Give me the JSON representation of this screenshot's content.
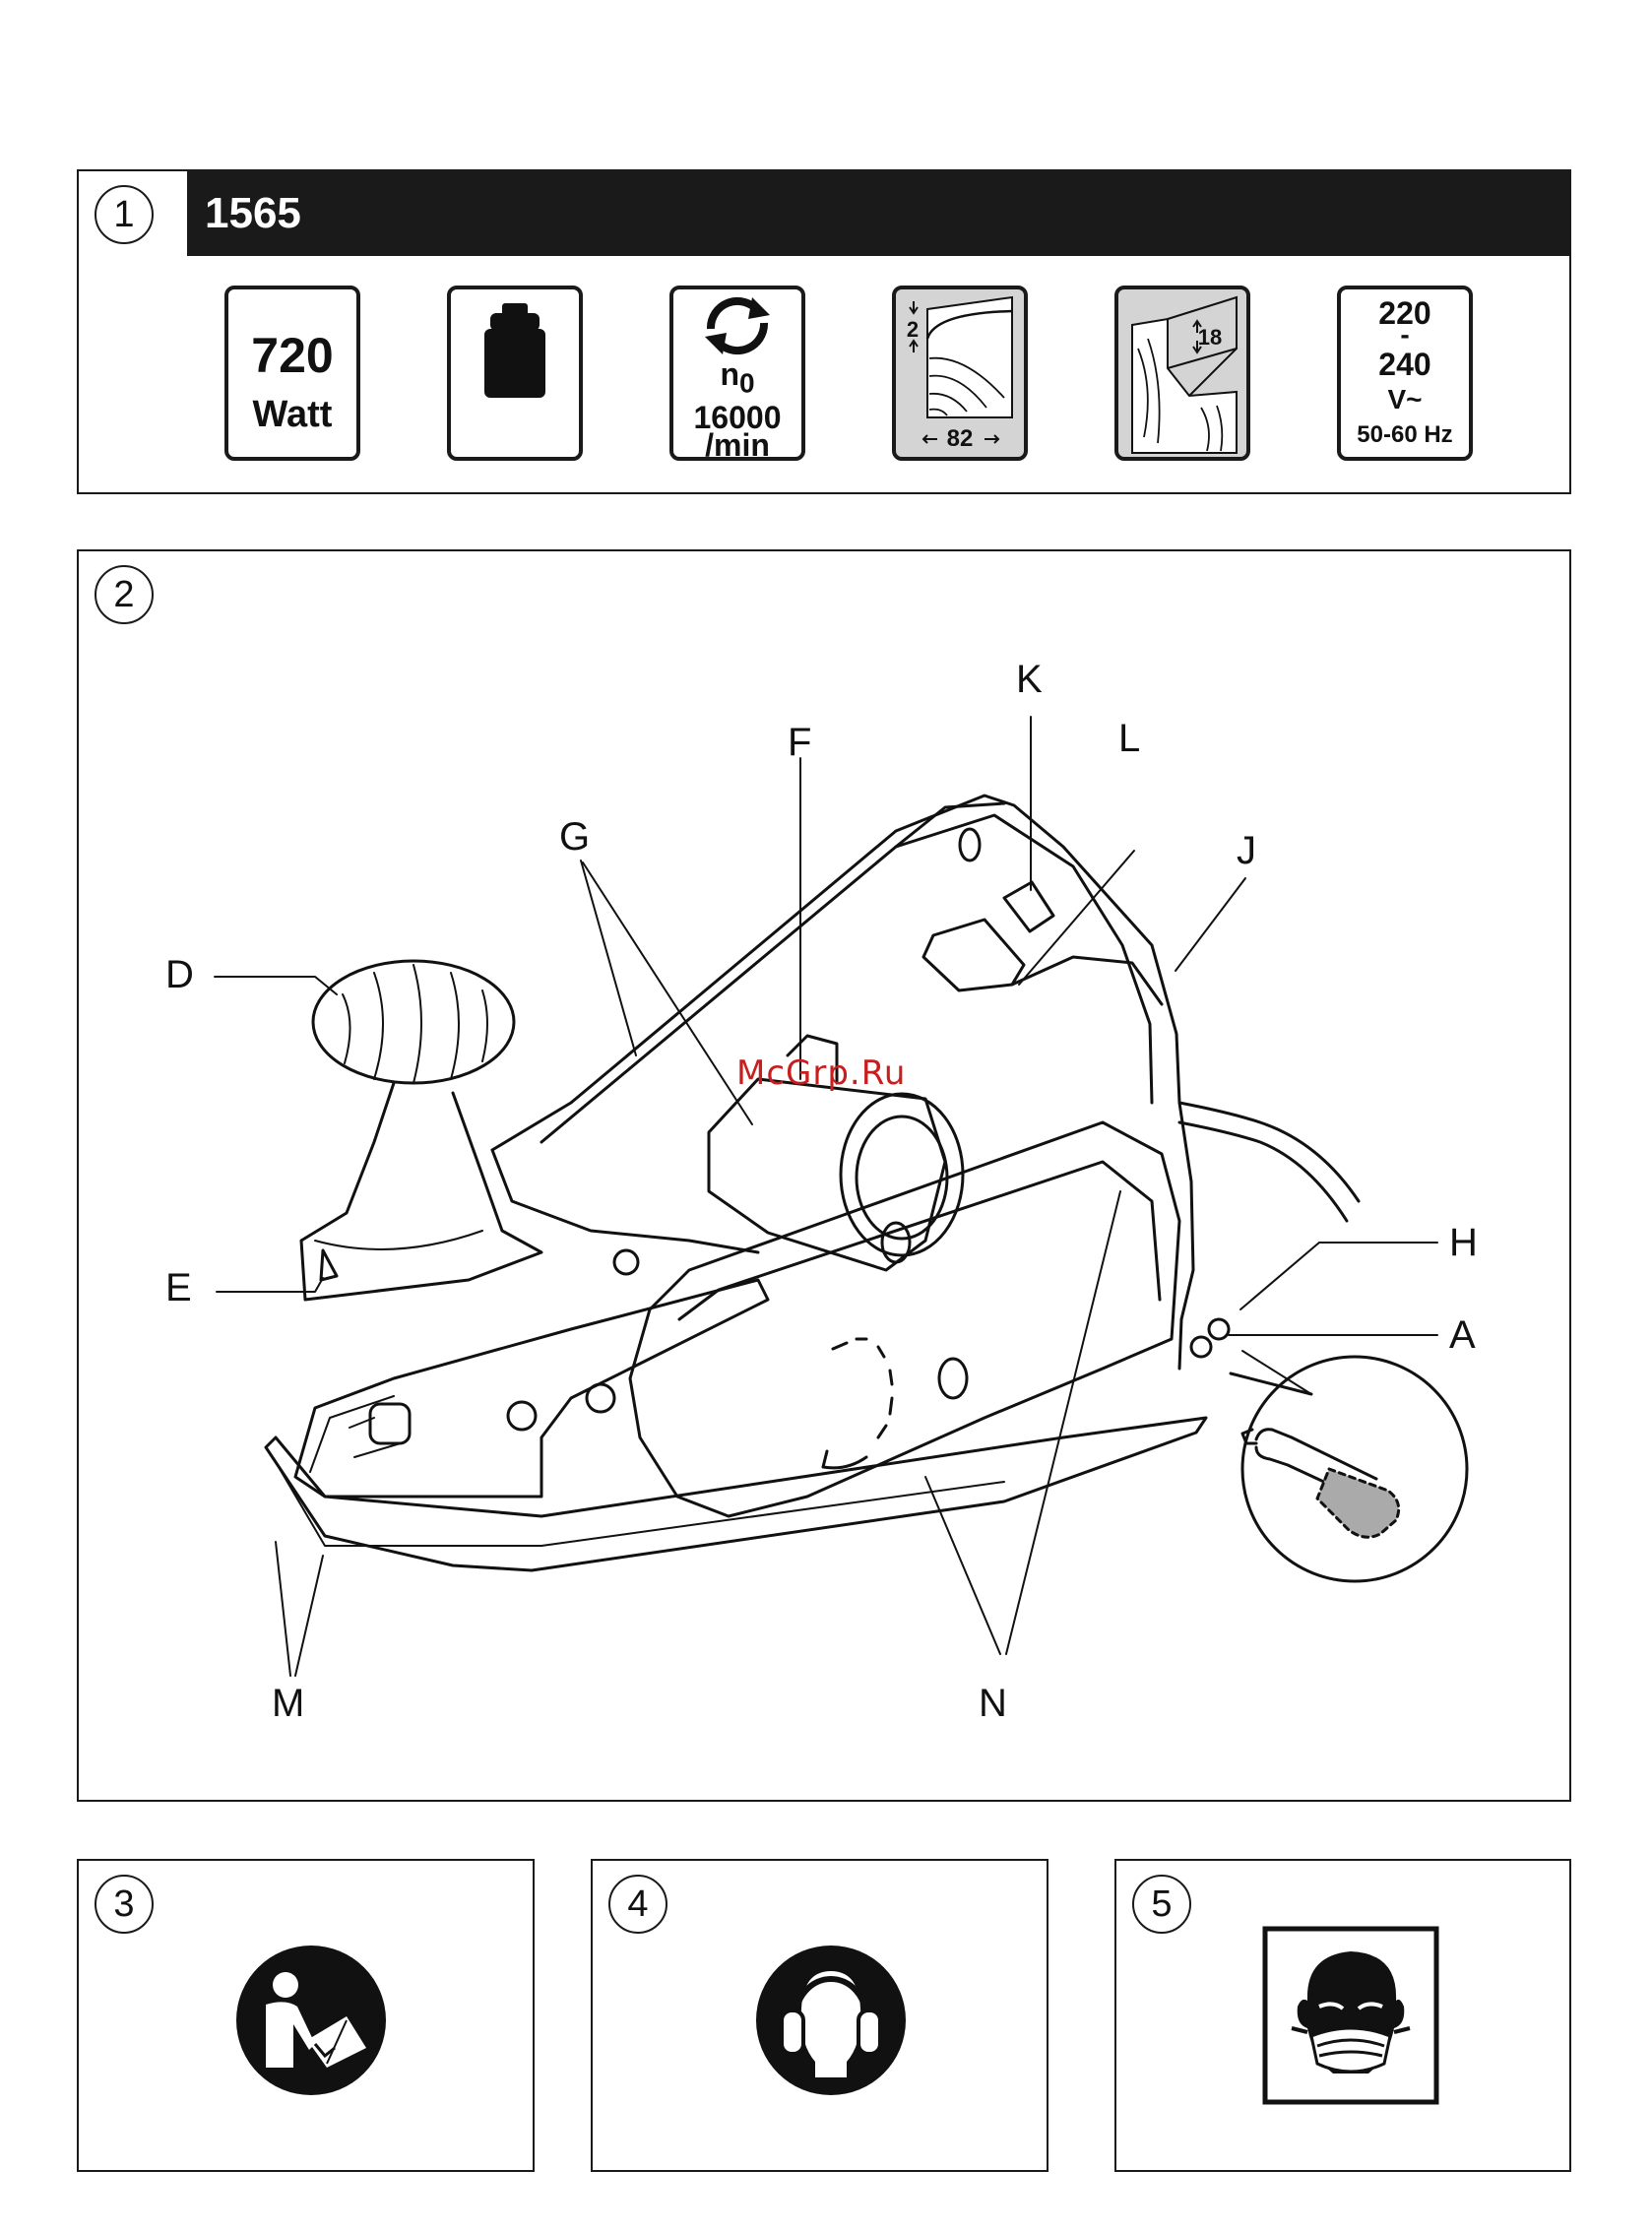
{
  "panel1": {
    "number": "1",
    "model": "1565",
    "specs": {
      "power_value": "720",
      "power_unit": "Watt",
      "weight_icon": "weight-icon",
      "speed_symbol": "n",
      "speed_subscript": "0",
      "speed_value": "16000",
      "speed_unit": "/min",
      "depth_value": "2",
      "width_value": "82",
      "rebate_value": "18",
      "voltage_low": "220",
      "voltage_dash": "-",
      "voltage_high": "240",
      "voltage_unit": "V~",
      "frequency": "50-60 Hz"
    }
  },
  "panel2": {
    "number": "2",
    "labels": {
      "a": "A",
      "d": "D",
      "e": "E",
      "f": "F",
      "g": "G",
      "h": "H",
      "j": "J",
      "k": "K",
      "l": "L",
      "m": "M",
      "n": "N"
    },
    "watermark": "McGrp.Ru"
  },
  "panel3": {
    "number": "3",
    "icon": "read-manual-icon"
  },
  "panel4": {
    "number": "4",
    "icon": "ear-protection-icon"
  },
  "panel5": {
    "number": "5",
    "icon": "dust-mask-icon"
  }
}
